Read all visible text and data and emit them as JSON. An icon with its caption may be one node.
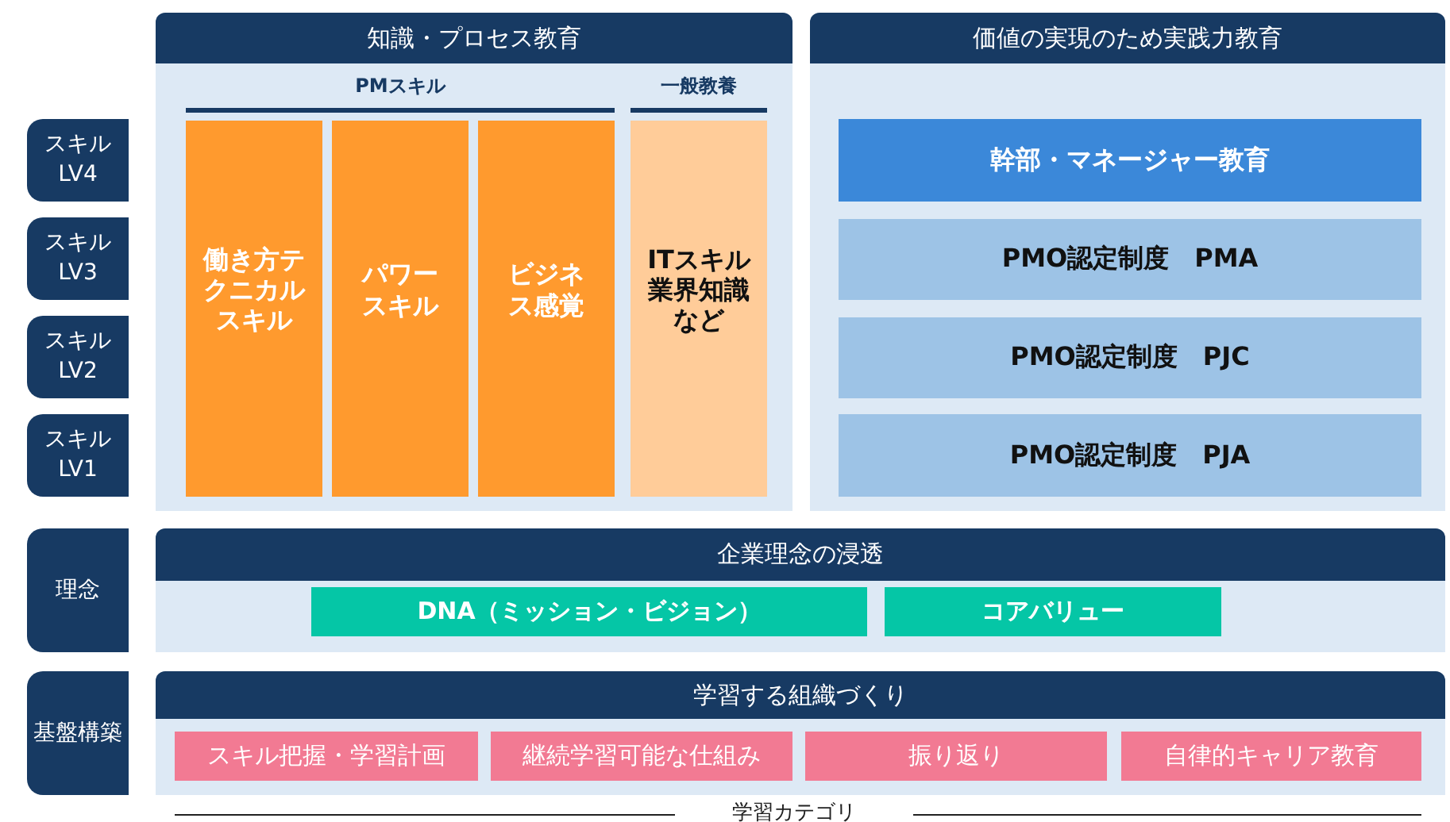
{
  "diagram": {
    "nodes": [
      {
        "text": [
          "知識・プロセス教育"
        ]
      },
      {
        "text": [
          "働き方テクニカルスキル"
        ],
        "in": 0
      },
      {
        "text": [
          "パワースキル"
        ],
        "in": 0
      },
      {
        "text": [
          "ビジネス感覚"
        ],
        "in": 0
      },
      {
        "text": [
          "ITスキル業界知識など"
        ],
        "in": 0
      },
      {
        "text": [
          "価値の実現のため実践力教育"
        ]
      },
      {
        "text": [
          "幹部・マネージャー教育"
        ],
        "in": 5
      },
      {
        "text": [
          "PMO認定制度　PMA"
        ],
        "in": 5
      },
      {
        "text": [
          "PMO認定制度　PJC"
        ],
        "in": 5
      },
      {
        "text": [
          "PMO認定制度　PJA"
        ],
        "in": 5
      },
      {
        "text": [
          "スキル LV4"
        ]
      },
      {
        "text": [
          "スキル LV3"
        ]
      },
      {
        "text": [
          "スキル LV2"
        ]
      },
      {
        "text": [
          "スキル LV1"
        ]
      },
      {
        "text": [
          "理念"
        ]
      },
      {
        "text": [
          "企業理念の浸透"
        ]
      },
      {
        "text": [
          "DNA（ミッション・ビジョン）"
        ],
        "in": 15
      },
      {
        "text": [
          "コアバリュー"
        ],
        "in": 15
      },
      {
        "text": [
          "基盤構築"
        ]
      },
      {
        "text": [
          "学習する組織づくり"
        ]
      },
      {
        "text": [
          "スキル把握・学習計画"
        ],
        "in": 19
      },
      {
        "text": [
          "継続学習可能な仕組み"
        ],
        "in": 19
      },
      {
        "text": [
          "振り返り"
        ],
        "in": 19
      },
      {
        "text": [
          "自律的キャリア教育"
        ],
        "in": 19
      }
    ],
    "labels": [
      "PMスキル",
      "一般教養",
      "学習カテゴリ"
    ]
  }
}
